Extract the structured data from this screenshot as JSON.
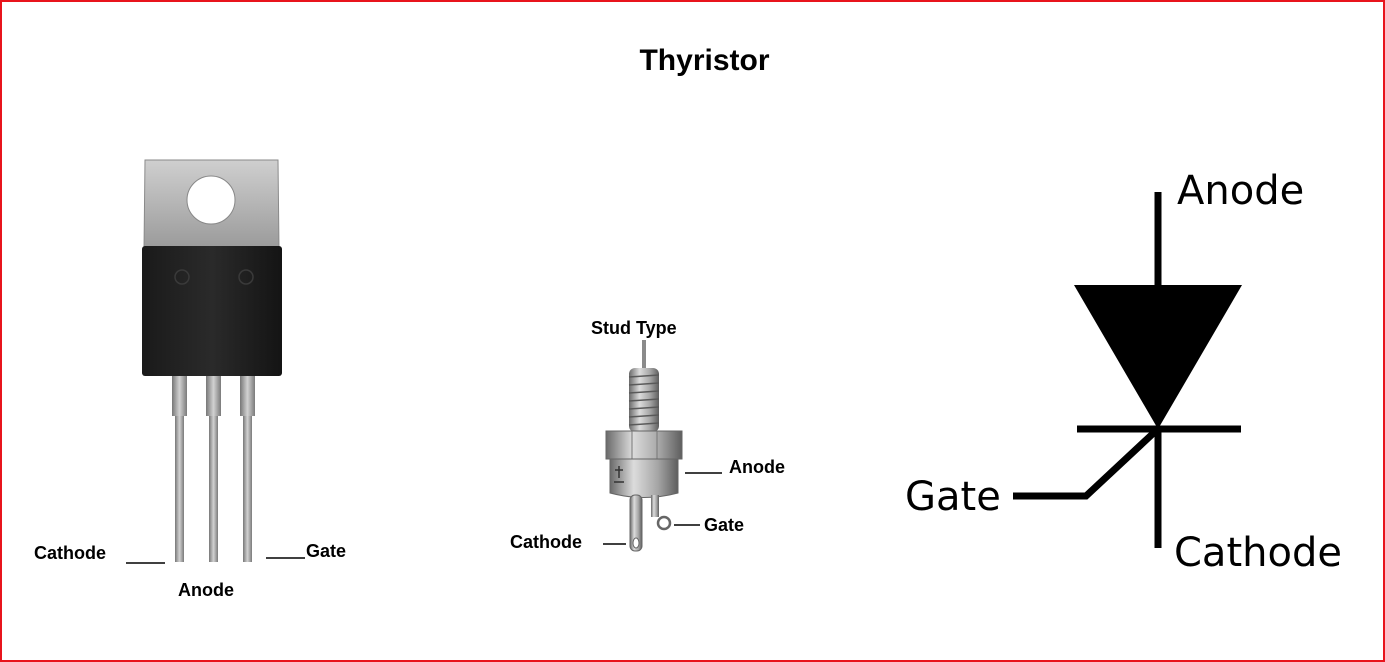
{
  "title": "Thyristor",
  "to220": {
    "cathode_label": "Cathode",
    "anode_label": "Anode",
    "gate_label": "Gate"
  },
  "stud": {
    "title": "Stud Type",
    "anode_label": "Anode",
    "gate_label": "Gate",
    "cathode_label": "Cathode"
  },
  "symbol": {
    "anode_label": "Anode",
    "gate_label": "Gate",
    "cathode_label": "Cathode"
  },
  "colors": {
    "frame": "#e8141c",
    "background": "#ffffff",
    "ink": "#000000"
  }
}
